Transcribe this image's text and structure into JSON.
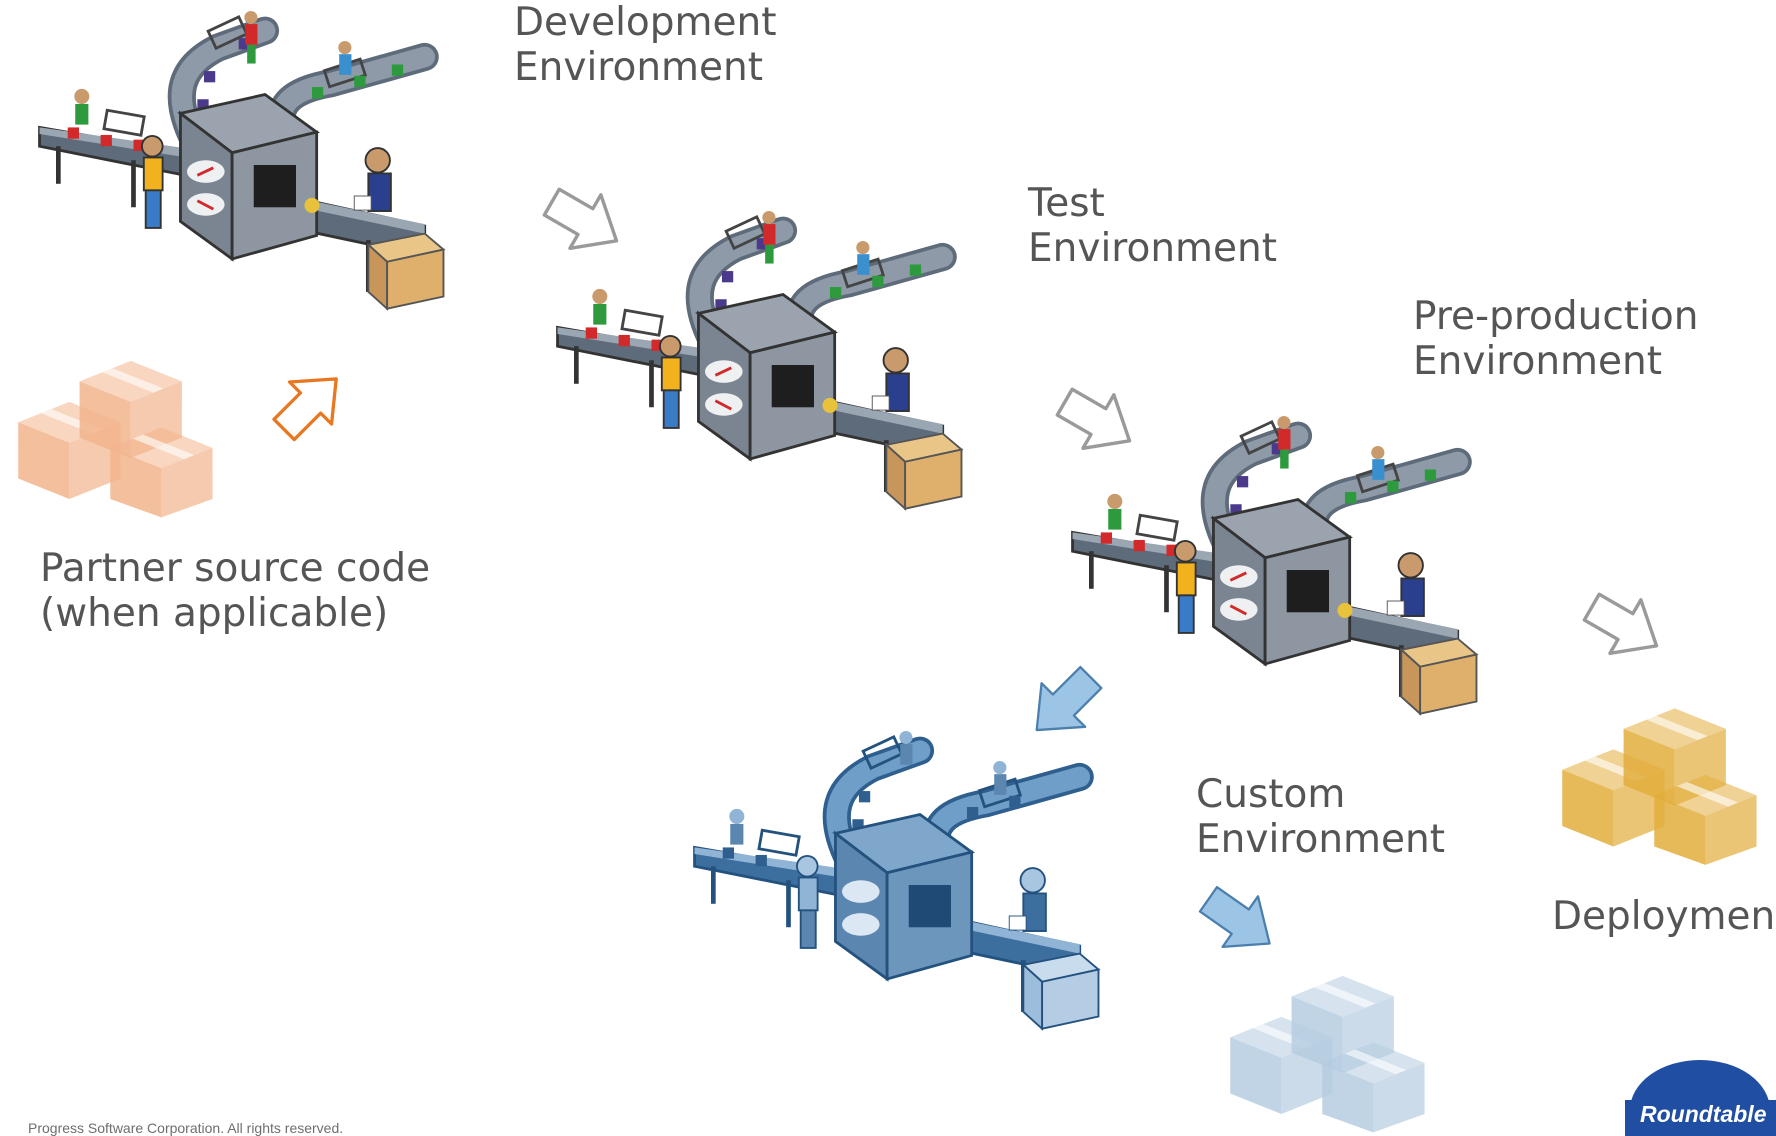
{
  "stages": {
    "development": {
      "line1": "Development",
      "line2": "Environment"
    },
    "test": {
      "line1": "Test",
      "line2": "Environment"
    },
    "preproduction": {
      "line1": "Pre-production",
      "line2": "Environment"
    },
    "custom": {
      "line1": "Custom",
      "line2": "Environment"
    }
  },
  "partner": {
    "line1": "Partner source code",
    "line2": "(when applicable)"
  },
  "deployment": {
    "label": "Deployment"
  },
  "footer": {
    "text": "Progress Software Corporation. All rights reserved."
  },
  "logo": {
    "text": "Roundtable"
  },
  "colors": {
    "partner": "#f2b48c",
    "deployment": "#e8b84a",
    "custom": "#4a7fae",
    "arrow_gray": "#9a9a9a",
    "arrow_orange": "#e87722",
    "arrow_blue": "#7fb3d9",
    "box": "#d8a860",
    "label_text": "#555555"
  },
  "icons": {
    "factory": "conveyor-factory-icon",
    "package": "package-stack-icon",
    "flow_arrow": "flow-arrow-icon"
  }
}
